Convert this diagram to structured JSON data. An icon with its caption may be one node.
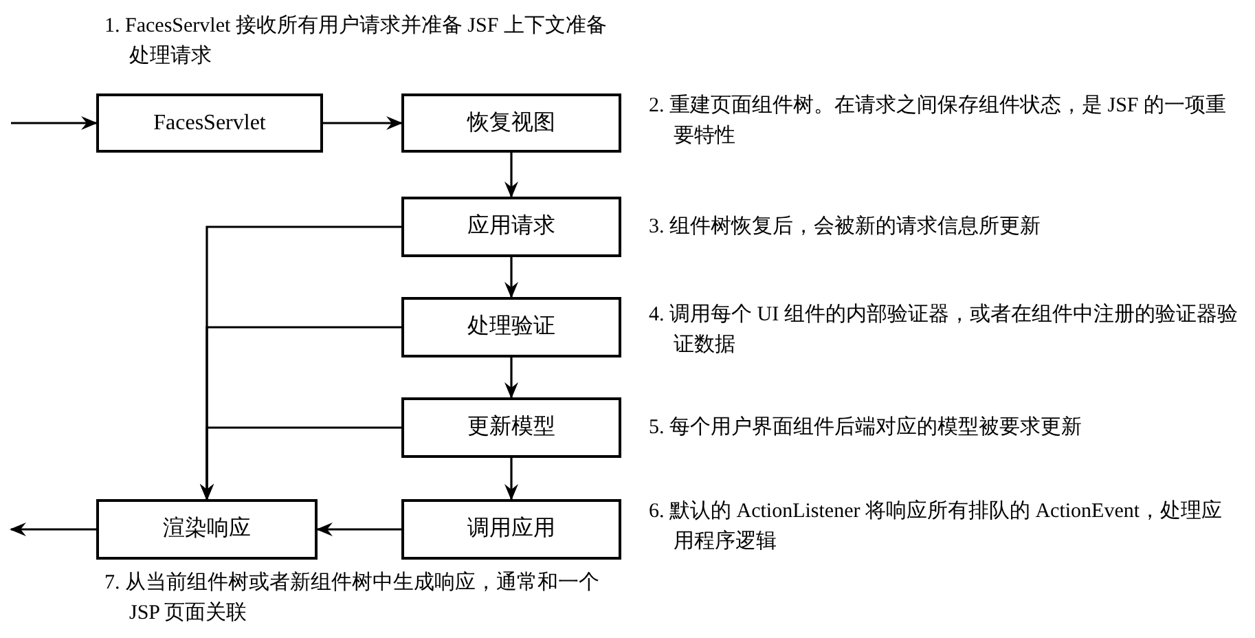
{
  "diagram": {
    "nodes": [
      {
        "text": [
          "FacesServlet"
        ],
        "beside": [
          "1. FacesServlet 接收所有用户请求并准备 JSF 上下文准备处理请求"
        ]
      },
      {
        "text": [
          "恢复视图"
        ],
        "beside": [
          "2. 重建页面组件树。在请求之间保存组件状态，是 JSF 的一项重要特性"
        ]
      },
      {
        "text": [
          "应用请求"
        ],
        "beside": [
          "3. 组件树恢复后，会被新的请求信息所更新"
        ]
      },
      {
        "text": [
          "处理验证"
        ],
        "beside": [
          "4. 调用每个 UI 组件的内部验证器，或者在组件中注册的验证器验证数据"
        ]
      },
      {
        "text": [
          "更新模型"
        ],
        "beside": [
          "5. 每个用户界面组件后端对应的模型被要求更新"
        ]
      },
      {
        "text": [
          "调用应用"
        ],
        "beside": [
          "6. 默认的 ActionListener 将响应所有排队的 ActionEvent，处理应用程序逻辑"
        ]
      },
      {
        "text": [
          "渲染响应"
        ],
        "beside": [
          "7. 从当前组件树或者新组件树中生成响应，通常和一个 JSP 页面关联"
        ]
      }
    ],
    "edges": [
      {
        "from": null,
        "to": 0,
        "arrow": "to"
      },
      {
        "from": 0,
        "to": 1,
        "arrow": "to"
      },
      {
        "from": 1,
        "to": 2,
        "arrow": "to"
      },
      {
        "from": 2,
        "to": 3,
        "arrow": "to"
      },
      {
        "from": 3,
        "to": 4,
        "arrow": "to"
      },
      {
        "from": 4,
        "to": 5,
        "arrow": "to"
      },
      {
        "from": 5,
        "to": 6,
        "arrow": "to"
      },
      {
        "from": 2,
        "to": 6,
        "arrow": "to"
      },
      {
        "from": 3,
        "to": 6,
        "arrow": "to"
      },
      {
        "from": 4,
        "to": 6,
        "arrow": "to"
      },
      {
        "from": 6,
        "to": null,
        "arrow": "to"
      }
    ]
  }
}
